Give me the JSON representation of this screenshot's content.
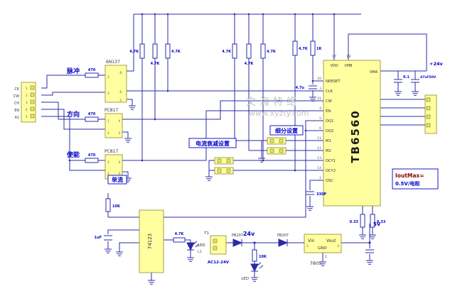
{
  "watermark": {
    "line1": "文海特络",
    "line2": "www.xyzty.com"
  },
  "chips": {
    "opto_pulse": "6N137",
    "opto_dir": "PC817",
    "opto_enable": "PC817",
    "monostable": "74123",
    "driver": "TB6560",
    "regulator": "7805"
  },
  "labels": {
    "pulse": "脉冲",
    "direction": "方向",
    "enable": "使能",
    "single_current": "单流",
    "decay_setting": "电流衰减设置",
    "microstep_setting": "细分设置",
    "iout_line1": "IoutMax=",
    "iout_line2": "0.5V/电阻"
  },
  "power": {
    "p24v": "+24v",
    "v24": "24v",
    "v5": "5V",
    "ac_input": "AC12-24V",
    "transformer": "T1"
  },
  "semis": {
    "bridge1": "PB207",
    "bridge2": "PB207",
    "led1": "LED",
    "led1_ref": "L1",
    "led2": "LED"
  },
  "regulator_pins": {
    "vin": "Vin",
    "gnd": "GND",
    "vout": "Vout",
    "p1": "1",
    "p2": "2",
    "p3": "3"
  },
  "capacitors": {
    "c_reset": "4.7u",
    "c_osc": "330P",
    "c_vm1": "0.1",
    "c_vm2": "47uF50V",
    "c_mono": "1uF"
  },
  "resistors": {
    "r_in1": "470",
    "r_in2": "470",
    "r_in3": "470",
    "pullups": [
      "4.7K",
      "4.7K",
      "4.7K",
      "4.7K",
      "4.7K",
      "4.7K",
      "4.7K"
    ],
    "r_1k": "1K",
    "r_mono": "10K",
    "r_led": "4.7K",
    "r_led2": "10K",
    "sense1": "0.33",
    "sense2": "0.33"
  },
  "input_connector": {
    "pin_labels": [
      "CK",
      "CW",
      "CH",
      "EN",
      "A1"
    ],
    "pin_numbers": [
      "1",
      "2",
      "3",
      "4",
      "5"
    ]
  },
  "tb6560": {
    "vma": "VMA",
    "top_pins": [
      {
        "num": "17",
        "name": "VDD"
      },
      {
        "num": "19",
        "name": "VMB"
      }
    ],
    "left_pins": [
      {
        "num": "16",
        "name": "NRESET"
      },
      {
        "num": "3",
        "name": "CLK"
      },
      {
        "num": "21",
        "name": "CW"
      },
      {
        "num": "4",
        "name": "EN"
      },
      {
        "num": "5",
        "name": "DQ1"
      },
      {
        "num": "6",
        "name": "DQ2"
      },
      {
        "num": "11",
        "name": "M1"
      },
      {
        "num": "12",
        "name": "M2"
      },
      {
        "num": "13",
        "name": "DCY1"
      },
      {
        "num": "14",
        "name": "DCY2"
      },
      {
        "num": "2",
        "name": "OSC"
      }
    ]
  }
}
